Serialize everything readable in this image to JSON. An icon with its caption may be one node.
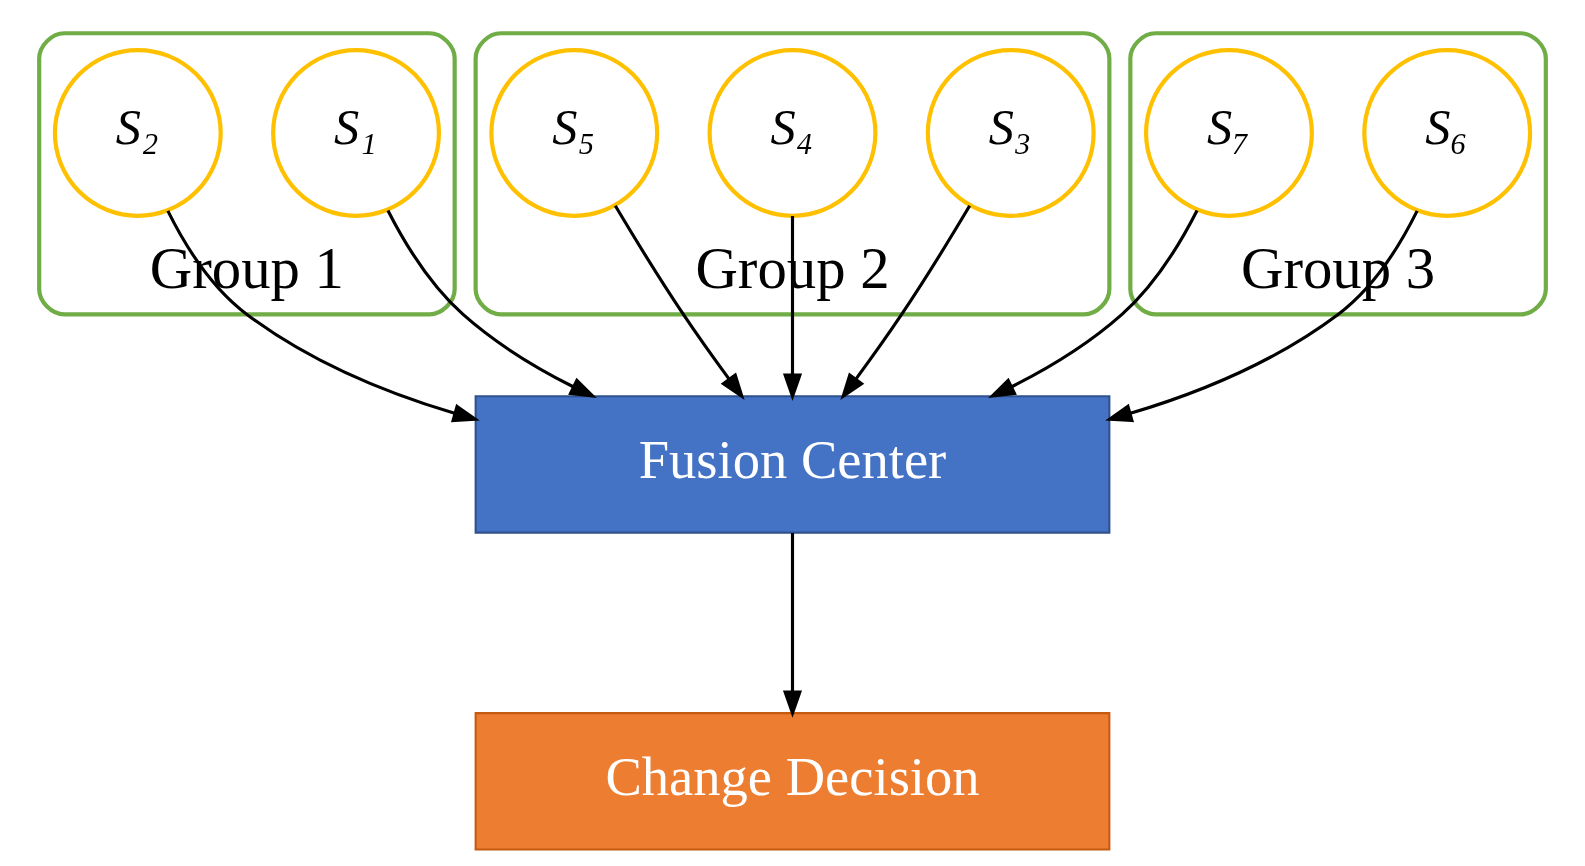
{
  "diagram": {
    "nodes": [
      {
        "text": [
          "Group 1"
        ]
      },
      {
        "text": [
          "S₁"
        ],
        "in": 0
      },
      {
        "text": [
          "S₂"
        ],
        "in": 0
      },
      {
        "text": [
          "Group 2"
        ]
      },
      {
        "text": [
          "S₃"
        ],
        "in": 3
      },
      {
        "text": [
          "S₄"
        ],
        "in": 3
      },
      {
        "text": [
          "S₅"
        ],
        "in": 3
      },
      {
        "text": [
          "Group 3"
        ]
      },
      {
        "text": [
          "S₆"
        ],
        "in": 7
      },
      {
        "text": [
          "S₇"
        ],
        "in": 7
      },
      {
        "text": [
          "Fusion Center"
        ]
      },
      {
        "text": [
          "Change Decision"
        ]
      }
    ],
    "edges": [
      {
        "from": 1,
        "to": 10,
        "arrow": "to"
      },
      {
        "from": 2,
        "to": 10,
        "arrow": "to"
      },
      {
        "from": 4,
        "to": 10,
        "arrow": "to"
      },
      {
        "from": 5,
        "to": 10,
        "arrow": "to"
      },
      {
        "from": 6,
        "to": 10,
        "arrow": "to"
      },
      {
        "from": 8,
        "to": 10,
        "arrow": "to"
      },
      {
        "from": 9,
        "to": 10,
        "arrow": "to"
      },
      {
        "from": 10,
        "to": 11,
        "arrow": "to"
      }
    ]
  }
}
